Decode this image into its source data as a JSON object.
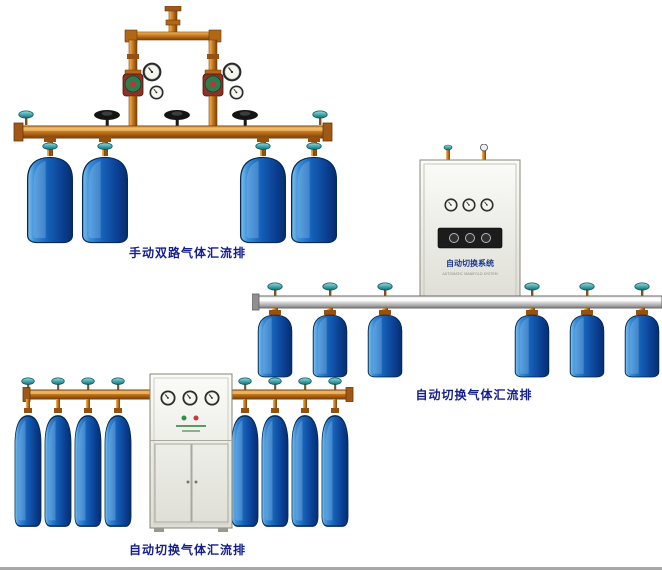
{
  "page": {
    "background": "#ffffff"
  },
  "figures": [
    {
      "caption": "手动双路气体汇流排"
    },
    {
      "caption": "自动切换气体汇流排",
      "cabinet_label": "自动切换系统",
      "cabinet_sublabel": "AUTOMATIC MANIFOLD SYSTEM"
    },
    {
      "caption": "自动切换气体汇流排"
    }
  ],
  "colors": {
    "caption_text": "#141e8c",
    "brass_pipe": "#c87f1e",
    "cylinder_blue": "#1561b8",
    "valve_teal": "#1d8f99",
    "manifold_silver": "#bebebe",
    "cabinet_body": "#eeeee6"
  }
}
